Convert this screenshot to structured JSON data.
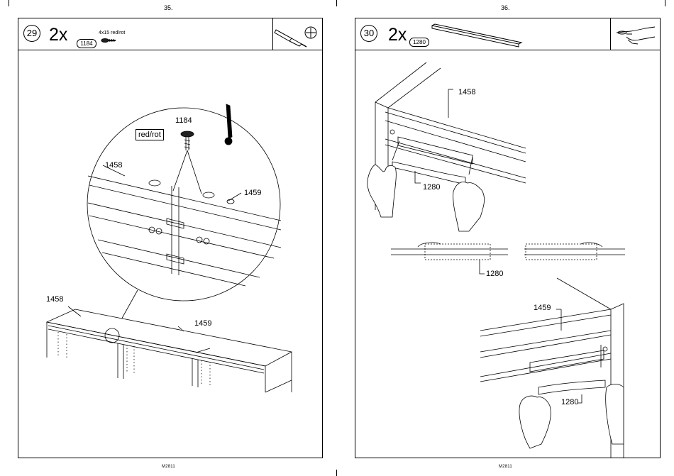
{
  "page_left": {
    "page_number": "35.",
    "step": "29",
    "quantity": "2x",
    "part_number": "1184",
    "screw_spec": "4x15 red/rot",
    "callouts": {
      "detail_screw": "1184",
      "detail_color": "red/rot",
      "detail_left_panel": "1458",
      "detail_right_panel": "1459",
      "overview_left_panel": "1458",
      "overview_right_panel": "1459"
    },
    "footer_code": "M2811",
    "icons": [
      "screwdriver-icon",
      "phillips-bit-icon"
    ]
  },
  "page_right": {
    "page_number": "36.",
    "step": "30",
    "quantity": "2x",
    "part_number": "1280",
    "callouts": {
      "top_panel": "1458",
      "top_strip": "1280",
      "middle_strip": "1280",
      "bottom_panel": "1459",
      "bottom_strip": "1280"
    },
    "footer_code": "M2811",
    "icons": [
      "hand-press-icon"
    ]
  }
}
